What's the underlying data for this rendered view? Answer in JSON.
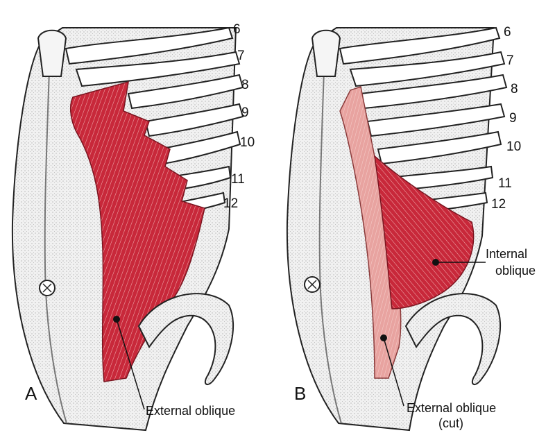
{
  "colors": {
    "muscle": "#c8283a",
    "muscle_light": "#e59a9a",
    "muscle_fiber": "#f2b5b5",
    "outline": "#222222",
    "skin": "#efefef",
    "text": "#111111"
  },
  "panel_a": {
    "letter": "A",
    "rib_numbers": [
      "6",
      "7",
      "8",
      "9",
      "10",
      "11",
      "12"
    ],
    "label": "External oblique"
  },
  "panel_b": {
    "letter": "B",
    "rib_numbers": [
      "6",
      "7",
      "8",
      "9",
      "10",
      "11",
      "12"
    ],
    "label_internal_line1": "Internal",
    "label_internal_line2": "oblique",
    "label_external_line1": "External oblique",
    "label_external_line2": "(cut)"
  }
}
